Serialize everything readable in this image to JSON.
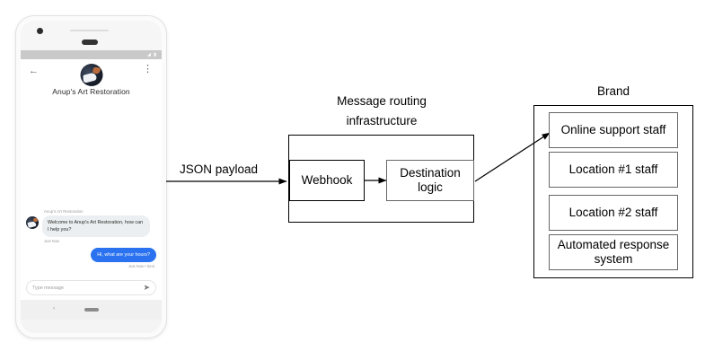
{
  "phone": {
    "status_icons": "◢ ▮",
    "back_icon": "←",
    "menu_icon": "⋮",
    "app_title": "Anup's Art Restoration",
    "conversation": [
      {
        "sender": "Anup's Art Restoration",
        "text": "Welcome to Anup's Art Restoration, how can I help you?",
        "time": "Just Now",
        "direction": "incoming"
      },
      {
        "sender": "",
        "text": "Hi, what are your hours?",
        "time": "Just Now • Sent",
        "direction": "outgoing"
      }
    ],
    "composer_placeholder": "Type message",
    "send_icon": "➤",
    "nav_back_icon": "‹"
  },
  "diagram": {
    "payload_label": "JSON payload",
    "infrastructure": {
      "title_line1": "Message routing",
      "title_line2": "infrastructure",
      "nodes": [
        {
          "label": "Webhook"
        },
        {
          "label": "Destination logic"
        }
      ]
    },
    "brand": {
      "title": "Brand",
      "recipients": [
        {
          "label": "Online support staff"
        },
        {
          "label": "Location #1 staff"
        },
        {
          "label": "Location #2 staff"
        },
        {
          "label": "Automated response system"
        }
      ]
    }
  },
  "colors": {
    "accent_blue": "#2a72f0",
    "bubble_gray": "#eceff1",
    "line_black": "#000000",
    "box_border": "#666666"
  }
}
